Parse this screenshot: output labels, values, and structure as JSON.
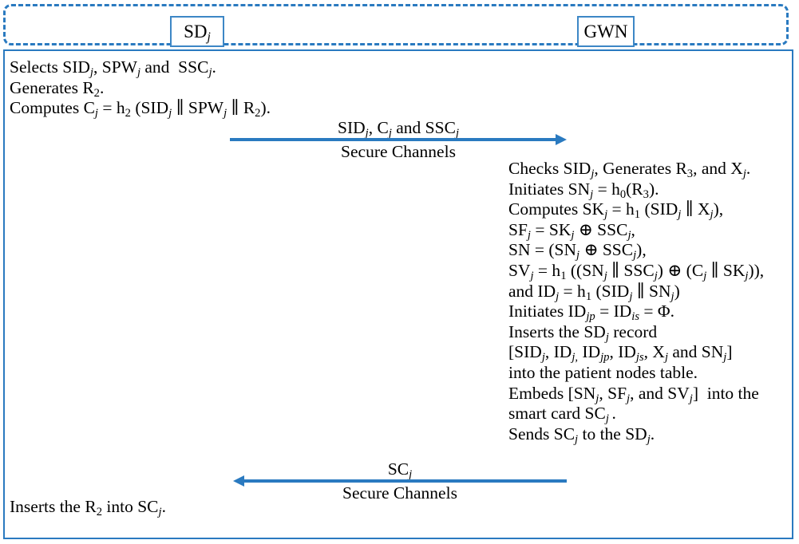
{
  "diagram": {
    "title": "Registration phase protocol between SDj and GWN",
    "accent_color": "#2a7ac0",
    "box_border_color": "#3d87c6",
    "text_color": "#000000",
    "background": "#ffffff"
  },
  "participants": [
    {
      "id": "sd",
      "label": "SDj",
      "label_base": "SD",
      "label_sub": "j"
    },
    {
      "id": "gwn",
      "label": "GWN",
      "label_base": "GWN",
      "label_sub": ""
    }
  ],
  "sd_block_top": {
    "lines": [
      "Selects SIDj, SPWj and  SSCj.",
      "Generates R2.",
      "Computes Cj = h2 (SIDj || SPWj || R2)."
    ]
  },
  "gwn_block": {
    "lines": [
      "Checks SIDj, Generates R3, and Xj.",
      "Initiates SNj = h0(R3).",
      "Computes SKj = h1 (SIDj || Xj),",
      "SFj = SKj ⊕ SSCj,",
      "SN = (SNj ⊕ SSCj),",
      "SVj = h1 ((SNj || SSCj) ⊕ (Cj || SKj)),",
      "and IDj = h1 (SIDj || SNj)",
      "Initiates IDjp = IDis = Φ.",
      "Inserts the SDj record",
      "[SIDj, IDj, IDjp, IDjs, Xj and SNj]",
      "into the patient nodes table.",
      "Embeds [SNj, SFj, and SVj]  into the",
      "smart card SCj .",
      "Sends SCj to the SDj."
    ]
  },
  "sd_block_bottom": {
    "lines": [
      "Inserts the R2 into SCj."
    ]
  },
  "messages": [
    {
      "id": "msg-1",
      "direction": "right",
      "from": "SDj",
      "to": "GWN",
      "label_top": "SIDj, Cj and SSCj",
      "label_bottom": "Secure Channels"
    },
    {
      "id": "msg-2",
      "direction": "left",
      "from": "GWN",
      "to": "SDj",
      "label_top": "SCj",
      "label_bottom": "Secure Channels"
    }
  ]
}
